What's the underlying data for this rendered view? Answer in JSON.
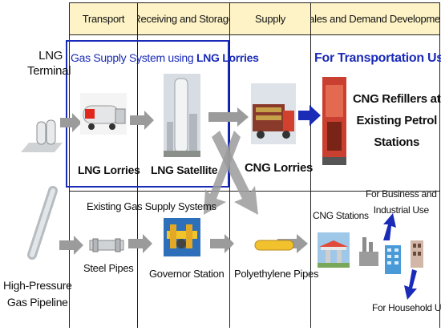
{
  "header": {
    "col1": "Transport",
    "col2": "Receiving and Storage",
    "col3": "Supply",
    "col4": "Sales and Demand Development"
  },
  "sources": {
    "lng_terminal": [
      "LNG",
      "Terminal"
    ],
    "pipeline": [
      "High-Pressure",
      "Gas Pipeline"
    ]
  },
  "lng_system": {
    "title_prefix": "Gas Supply System using ",
    "title_bold": "LNG Lorries",
    "lng_lorries": "LNG Lorries",
    "lng_satellite": "LNG Satellite",
    "cng_lorries": "CNG Lorries"
  },
  "transportation": {
    "title": "For Transportation Use",
    "cng_refillers": [
      "CNG Refillers at",
      "Existing Petrol",
      "Stations"
    ]
  },
  "existing": {
    "title": "Existing Gas Supply Systems",
    "steel_pipes": "Steel Pipes",
    "governor_station": "Governor Station",
    "polyethylene_pipes": "Polyethylene Pipes",
    "cng_stations": "CNG Stations",
    "business": [
      "For Business and",
      "Industrial Use"
    ],
    "household": "For Household Use"
  },
  "colors": {
    "header_bg": "#fdf3c6",
    "blue": "#1a2bb8",
    "arrow_gray": "#9b9b9b"
  }
}
